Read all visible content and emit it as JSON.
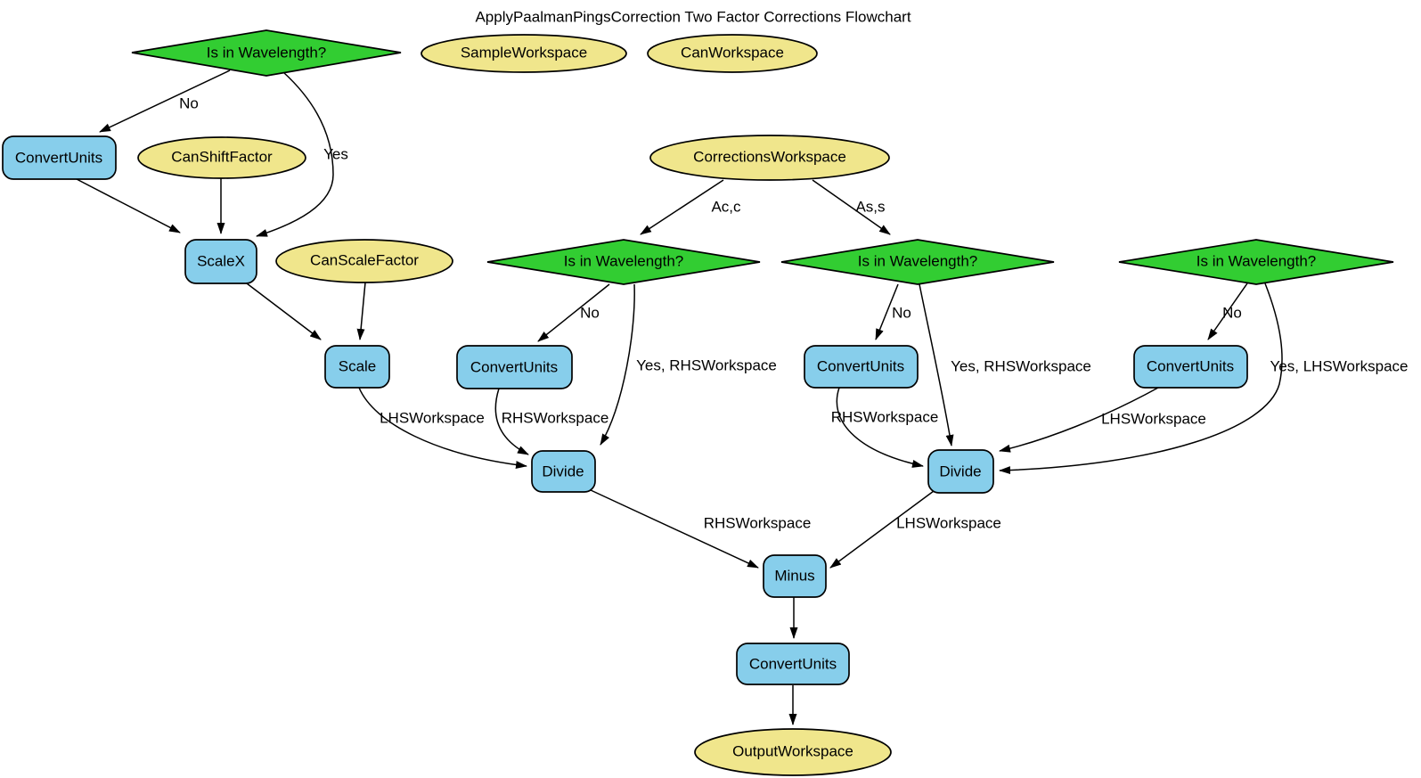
{
  "title": "ApplyPaalmanPingsCorrection Two Factor Corrections Flowchart",
  "colors": {
    "decision_fill": "#32CD32",
    "data_fill": "#F0E68C",
    "process_fill": "#87CEEB",
    "outline": "#000000",
    "background": "#FFFFFF",
    "text": "#000000"
  },
  "node_labels": {
    "is_in_wavelength": "Is in Wavelength?",
    "sample_workspace": "SampleWorkspace",
    "can_workspace": "CanWorkspace",
    "can_shift_factor": "CanShiftFactor",
    "corrections_workspace": "CorrectionsWorkspace",
    "can_scale_factor": "CanScaleFactor",
    "convert_units": "ConvertUnits",
    "scale_x": "ScaleX",
    "scale": "Scale",
    "divide": "Divide",
    "minus": "Minus",
    "output_workspace": "OutputWorkspace"
  },
  "edge_labels": {
    "no": "No",
    "yes": "Yes",
    "ac_c": "Ac,c",
    "as_s": "As,s",
    "yes_rhsworkspace": "Yes, RHSWorkspace",
    "yes_lhsworkspace": "Yes, LHSWorkspace",
    "lhsworkspace": "LHSWorkspace",
    "rhsworkspace": "RHSWorkspace"
  },
  "flowchart": {
    "nodes": [
      {
        "id": "decision_1",
        "shape": "diamond",
        "label": "Is in Wavelength?"
      },
      {
        "id": "sample_workspace",
        "shape": "ellipse",
        "label": "SampleWorkspace"
      },
      {
        "id": "can_workspace",
        "shape": "ellipse",
        "label": "CanWorkspace"
      },
      {
        "id": "convert_units_1",
        "shape": "rounded-box",
        "label": "ConvertUnits"
      },
      {
        "id": "can_shift_factor",
        "shape": "ellipse",
        "label": "CanShiftFactor"
      },
      {
        "id": "corrections_workspace",
        "shape": "ellipse",
        "label": "CorrectionsWorkspace"
      },
      {
        "id": "scale_x",
        "shape": "rounded-box",
        "label": "ScaleX"
      },
      {
        "id": "can_scale_factor",
        "shape": "ellipse",
        "label": "CanScaleFactor"
      },
      {
        "id": "decision_2",
        "shape": "diamond",
        "label": "Is in Wavelength?"
      },
      {
        "id": "decision_3",
        "shape": "diamond",
        "label": "Is in Wavelength?"
      },
      {
        "id": "decision_4",
        "shape": "diamond",
        "label": "Is in Wavelength?"
      },
      {
        "id": "scale",
        "shape": "rounded-box",
        "label": "Scale"
      },
      {
        "id": "convert_units_2",
        "shape": "rounded-box",
        "label": "ConvertUnits"
      },
      {
        "id": "convert_units_3",
        "shape": "rounded-box",
        "label": "ConvertUnits"
      },
      {
        "id": "convert_units_4",
        "shape": "rounded-box",
        "label": "ConvertUnits"
      },
      {
        "id": "divide_1",
        "shape": "rounded-box",
        "label": "Divide"
      },
      {
        "id": "divide_2",
        "shape": "rounded-box",
        "label": "Divide"
      },
      {
        "id": "minus",
        "shape": "rounded-box",
        "label": "Minus"
      },
      {
        "id": "convert_units_5",
        "shape": "rounded-box",
        "label": "ConvertUnits"
      },
      {
        "id": "output_workspace",
        "shape": "ellipse",
        "label": "OutputWorkspace"
      }
    ],
    "edges": [
      {
        "from": "decision_1",
        "to": "convert_units_1",
        "label": "No"
      },
      {
        "from": "decision_1",
        "to": "scale_x",
        "label": "Yes"
      },
      {
        "from": "convert_units_1",
        "to": "scale_x",
        "label": ""
      },
      {
        "from": "can_shift_factor",
        "to": "scale_x",
        "label": ""
      },
      {
        "from": "scale_x",
        "to": "scale",
        "label": ""
      },
      {
        "from": "can_scale_factor",
        "to": "scale",
        "label": ""
      },
      {
        "from": "scale",
        "to": "divide_1",
        "label": "LHSWorkspace"
      },
      {
        "from": "convert_units_2",
        "to": "divide_1",
        "label": "RHSWorkspace"
      },
      {
        "from": "decision_2",
        "to": "convert_units_2",
        "label": "No"
      },
      {
        "from": "decision_2",
        "to": "divide_1",
        "label": "Yes, RHSWorkspace"
      },
      {
        "from": "corrections_workspace",
        "to": "decision_2",
        "label": "Ac,c"
      },
      {
        "from": "corrections_workspace",
        "to": "decision_3",
        "label": "As,s"
      },
      {
        "from": "decision_3",
        "to": "convert_units_3",
        "label": "No"
      },
      {
        "from": "decision_3",
        "to": "divide_2",
        "label": "Yes, RHSWorkspace"
      },
      {
        "from": "convert_units_3",
        "to": "divide_2",
        "label": "RHSWorkspace"
      },
      {
        "from": "decision_4",
        "to": "convert_units_4",
        "label": "No"
      },
      {
        "from": "decision_4",
        "to": "divide_2",
        "label": "Yes, LHSWorkspace"
      },
      {
        "from": "convert_units_4",
        "to": "divide_2",
        "label": "LHSWorkspace"
      },
      {
        "from": "divide_1",
        "to": "minus",
        "label": "RHSWorkspace"
      },
      {
        "from": "divide_2",
        "to": "minus",
        "label": "LHSWorkspace"
      },
      {
        "from": "minus",
        "to": "convert_units_5",
        "label": ""
      },
      {
        "from": "convert_units_5",
        "to": "output_workspace",
        "label": ""
      }
    ]
  }
}
